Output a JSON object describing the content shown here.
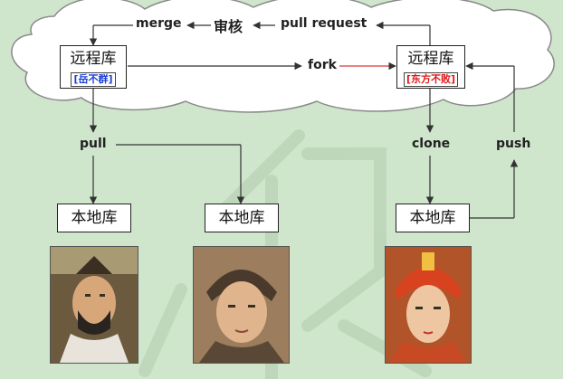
{
  "labels": {
    "merge": "merge",
    "review": "审核",
    "pull_request": "pull request",
    "fork": "fork",
    "pull": "pull",
    "clone": "clone",
    "push": "push"
  },
  "remote_left": {
    "title": "远程库",
    "owner": "[岳不群]",
    "owner_color": "#1a3fd6"
  },
  "remote_right": {
    "title": "远程库",
    "owner": "[东方不败]",
    "owner_color": "#e01818"
  },
  "local_repos": [
    "本地库",
    "本地库",
    "本地库"
  ],
  "colors": {
    "background": "#cfe6cc",
    "cloud": "#ffffff",
    "arrow": "#333333"
  }
}
